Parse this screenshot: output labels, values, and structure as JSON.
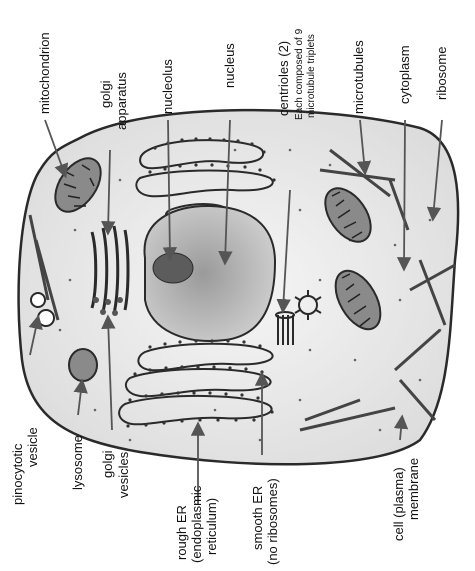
{
  "labels_top": {
    "mitochondrion": "mitochondrion",
    "golgi_apparatus_1": "golgi",
    "golgi_apparatus_2": "apparatus",
    "nucleolus": "nucleolus",
    "nucleus": "nucleus",
    "centrioles": "centrioles (2)",
    "centrioles_note_1": "Each composed of 9",
    "centrioles_note_2": "microtubule triplets",
    "microtubules": "microtubules",
    "cytoplasm": "cytoplasm",
    "ribosome": "ribosome"
  },
  "labels_bottom": {
    "pinocytotic_1": "pinocytotic",
    "pinocytotic_2": "vesicle",
    "lysosome": "lysosome",
    "golgi_vesicles_1": "golgi",
    "golgi_vesicles_2": "vesicles",
    "rough_er_1": "rough ER",
    "rough_er_2": "(endoplasmic",
    "rough_er_3": "reticulum)",
    "smooth_er_1": "smooth ER",
    "smooth_er_2": "(no ribosomes)",
    "cell_membrane_1": "cell (plasma)",
    "cell_membrane_2": "membrane"
  },
  "colors": {
    "outline": "#2a2a2a",
    "cell_fill": "#ececec",
    "nucleus_fill": "#a9a9a9",
    "nucleolus_fill": "#5c5c5c",
    "organelle_fill": "#8a8a8a",
    "arrow": "#555555"
  }
}
